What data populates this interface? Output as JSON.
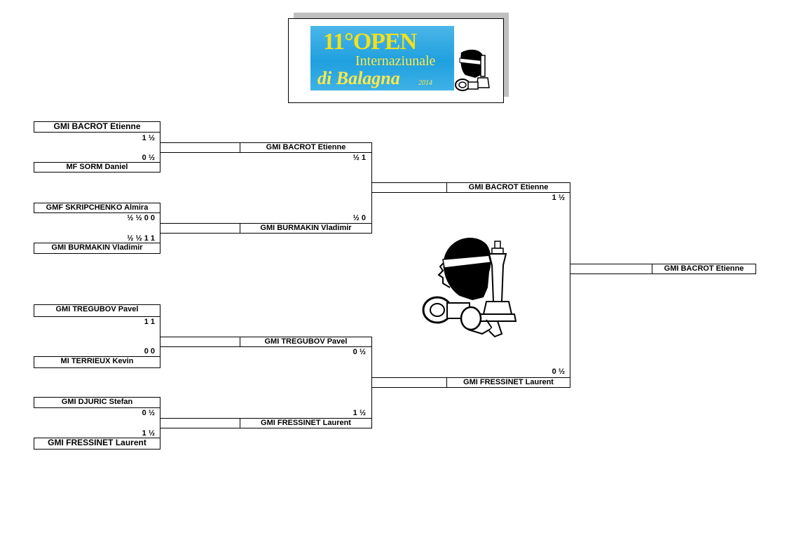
{
  "banner": {
    "title": "11°OPEN",
    "line2": "Internaziunale",
    "line3": "di Balagna",
    "year": "2014"
  },
  "round1": [
    {
      "top": "GMI BACROT Etienne",
      "top_score": "1 ½",
      "bottom_score": "0 ½",
      "bottom": "MF SORM Daniel"
    },
    {
      "top": "GMF SKRIPCHENKO Almira",
      "top_score": "½ ½ 0 0",
      "bottom_score": "½ ½ 1 1",
      "bottom": "GMI BURMAKIN Vladimir"
    },
    {
      "top": "GMI TREGUBOV Pavel",
      "top_score": "1 1",
      "bottom_score": "0 0",
      "bottom": "MI TERRIEUX Kevin"
    },
    {
      "top": "GMI DJURIC Stefan",
      "top_score": "0 ½",
      "bottom_score": "1 ½",
      "bottom": "GMI FRESSINET Laurent"
    }
  ],
  "round2": [
    {
      "name": "GMI BACROT Etienne",
      "score": "½ 1"
    },
    {
      "name": "GMI BURMAKIN Vladimir",
      "score": "½ 0"
    },
    {
      "name": "GMI TREGUBOV Pavel",
      "score": "0 ½"
    },
    {
      "name": "GMI FRESSINET Laurent",
      "score": "1 ½"
    }
  ],
  "final": [
    {
      "name": "GMI BACROT Etienne",
      "score": "1 ½"
    },
    {
      "name": "GMI FRESSINET Laurent",
      "score": "0 ½"
    }
  ],
  "winner": {
    "name": "GMI BACROT Etienne"
  },
  "icons": {
    "logo": "moor-head-chess-king-icon",
    "emblem": "moor-head-chess-king-emblem-icon"
  }
}
